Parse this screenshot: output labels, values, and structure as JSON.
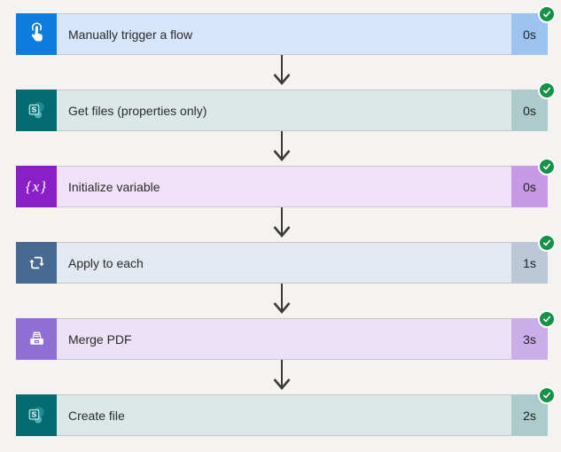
{
  "page": {
    "background": "#f4f3f2",
    "status_green": "#189148",
    "arrow_color": "#3b3a39"
  },
  "flow": {
    "steps": [
      {
        "label": "Manually trigger a flow",
        "duration": "0s",
        "icon": "manual-trigger-icon",
        "colors": {
          "icon_bg": "#0d7cdd",
          "body_bg": "#d6e7fb",
          "badge_bg": "#9dc4f1"
        }
      },
      {
        "label": "Get files (properties only)",
        "duration": "0s",
        "icon": "sharepoint-icon",
        "icon_letter": "S",
        "colors": {
          "icon_bg": "#036c70",
          "body_bg": "#dce8e8",
          "badge_bg": "#aecbcb"
        }
      },
      {
        "label": "Initialize variable",
        "duration": "0s",
        "icon": "variable-icon",
        "icon_glyph": "{x}",
        "colors": {
          "icon_bg": "#8a1fc8",
          "body_bg": "#efe2f8",
          "badge_bg": "#c79ae5"
        }
      },
      {
        "label": "Apply to each",
        "duration": "1s",
        "icon": "apply-to-each-icon",
        "colors": {
          "icon_bg": "#486991",
          "body_bg": "#e3e9f0",
          "badge_bg": "#bcc8d7"
        }
      },
      {
        "label": "Merge PDF",
        "duration": "3s",
        "icon": "merge-pdf-icon",
        "colors": {
          "icon_bg": "#8f6fd3",
          "body_bg": "#ebe2f7",
          "badge_bg": "#cbaee9"
        }
      },
      {
        "label": "Create file",
        "duration": "2s",
        "icon": "sharepoint-icon",
        "icon_letter": "S",
        "colors": {
          "icon_bg": "#036c70",
          "body_bg": "#dce8e8",
          "badge_bg": "#aecbcb"
        }
      }
    ]
  }
}
